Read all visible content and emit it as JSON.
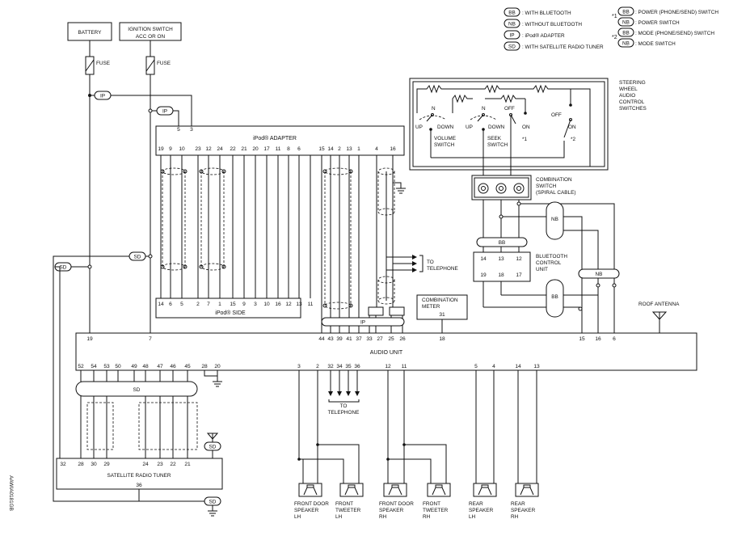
{
  "legend": {
    "items": [
      {
        "code": "BB",
        "text": ": WITH BLUETOOTH"
      },
      {
        "code": "NB",
        "text": ": WITHOUT BLUETOOTH"
      },
      {
        "code": "IP",
        "text": ": iPod® ADAPTER"
      },
      {
        "code": "SD",
        "text": ": WITH SATELLITE RADIO TUNER"
      }
    ],
    "star1_mark": "*1",
    "star2_mark": "*2",
    "star_items": [
      {
        "code": "BB",
        "text": ": POWER (PHONE/SEND) SWITCH"
      },
      {
        "code": "NB",
        "text": ": POWER SWITCH"
      },
      {
        "code": "BB",
        "text": ": MODE (PHONE/SEND) SWITCH"
      },
      {
        "code": "NB",
        "text": ": MODE SWITCH"
      }
    ]
  },
  "battery": "BATTERY",
  "ignition": {
    "line1": "IGNITION SWITCH",
    "line2": "ACC OR ON"
  },
  "fuse_label": "FUSE",
  "ip_tag": "IP",
  "sd_tag": "SD",
  "bb_tag": "BB",
  "nb_tag": "NB",
  "ipod_adapter": {
    "title": "iPod® ADAPTER",
    "power_pins": [
      "5",
      "3"
    ],
    "pins": [
      "19",
      "9",
      "10",
      "23",
      "12",
      "24",
      "22",
      "21",
      "20",
      "17",
      "11",
      "8",
      "6",
      "15",
      "14",
      "2",
      "13",
      "1",
      "4",
      "16"
    ]
  },
  "ipod_side": {
    "title": "iPod® SIDE",
    "pins": [
      "14",
      "6",
      "5",
      "2",
      "7",
      "1",
      "15",
      "9",
      "3",
      "10",
      "16",
      "12",
      "13",
      "11"
    ]
  },
  "to_telephone": {
    "line1": "TO",
    "line2": "TELEPHONE"
  },
  "steering": {
    "title": [
      "STEERING",
      "WHEEL",
      "AUDIO",
      "CONTROL",
      "SWITCHES"
    ],
    "up": "UP",
    "down": "DOWN",
    "n": "N",
    "off": "OFF",
    "on": "ON",
    "volume": [
      "VOLUME",
      "SWITCH"
    ],
    "seek": [
      "SEEK",
      "SWITCH"
    ],
    "star1": "*1",
    "star2": "*2"
  },
  "combination_switch": [
    "COMBINATION",
    "SWITCH",
    "(SPIRAL CABLE)"
  ],
  "bluetooth_unit": {
    "title": [
      "BLUETOOTH",
      "CONTROL",
      "UNIT"
    ],
    "pins_top": [
      "14",
      "13",
      "12"
    ],
    "pins_bottom": [
      "19",
      "18",
      "17"
    ]
  },
  "combination_meter": {
    "title": [
      "COMBINATION",
      "METER"
    ],
    "pin": "31"
  },
  "roof_antenna": "ROOF ANTENNA",
  "audio_unit": {
    "title": "AUDIO UNIT",
    "top_pins": [
      "19",
      "7",
      "44",
      "43",
      "39",
      "41",
      "37",
      "33",
      "27",
      "25",
      "26",
      "18",
      "15",
      "16",
      "6"
    ],
    "bottom_pins": [
      "52",
      "54",
      "53",
      "50",
      "49",
      "48",
      "47",
      "46",
      "45",
      "28",
      "20",
      "3",
      "2",
      "32",
      "34",
      "35",
      "36",
      "12",
      "11",
      "5",
      "4",
      "14",
      "13"
    ]
  },
  "satellite_tuner": {
    "title": "SATELLITE RADIO TUNER",
    "top_pins": [
      "32",
      "28",
      "30",
      "29",
      "24",
      "23",
      "22",
      "21"
    ],
    "bottom_pin": "36"
  },
  "speakers": [
    {
      "line1": "FRONT DOOR",
      "line2": "SPEAKER",
      "line3": "LH"
    },
    {
      "line1": "FRONT",
      "line2": "TWEETER",
      "line3": "LH"
    },
    {
      "line1": "FRONT DOOR",
      "line2": "SPEAKER",
      "line3": "RH"
    },
    {
      "line1": "FRONT",
      "line2": "TWEETER",
      "line3": "RH"
    },
    {
      "line1": "REAR",
      "line2": "SPEAKER",
      "line3": "LH"
    },
    {
      "line1": "REAR",
      "line2": "SPEAKER",
      "line3": "RH"
    }
  ],
  "diagram_code": "AAWIA0181GB"
}
